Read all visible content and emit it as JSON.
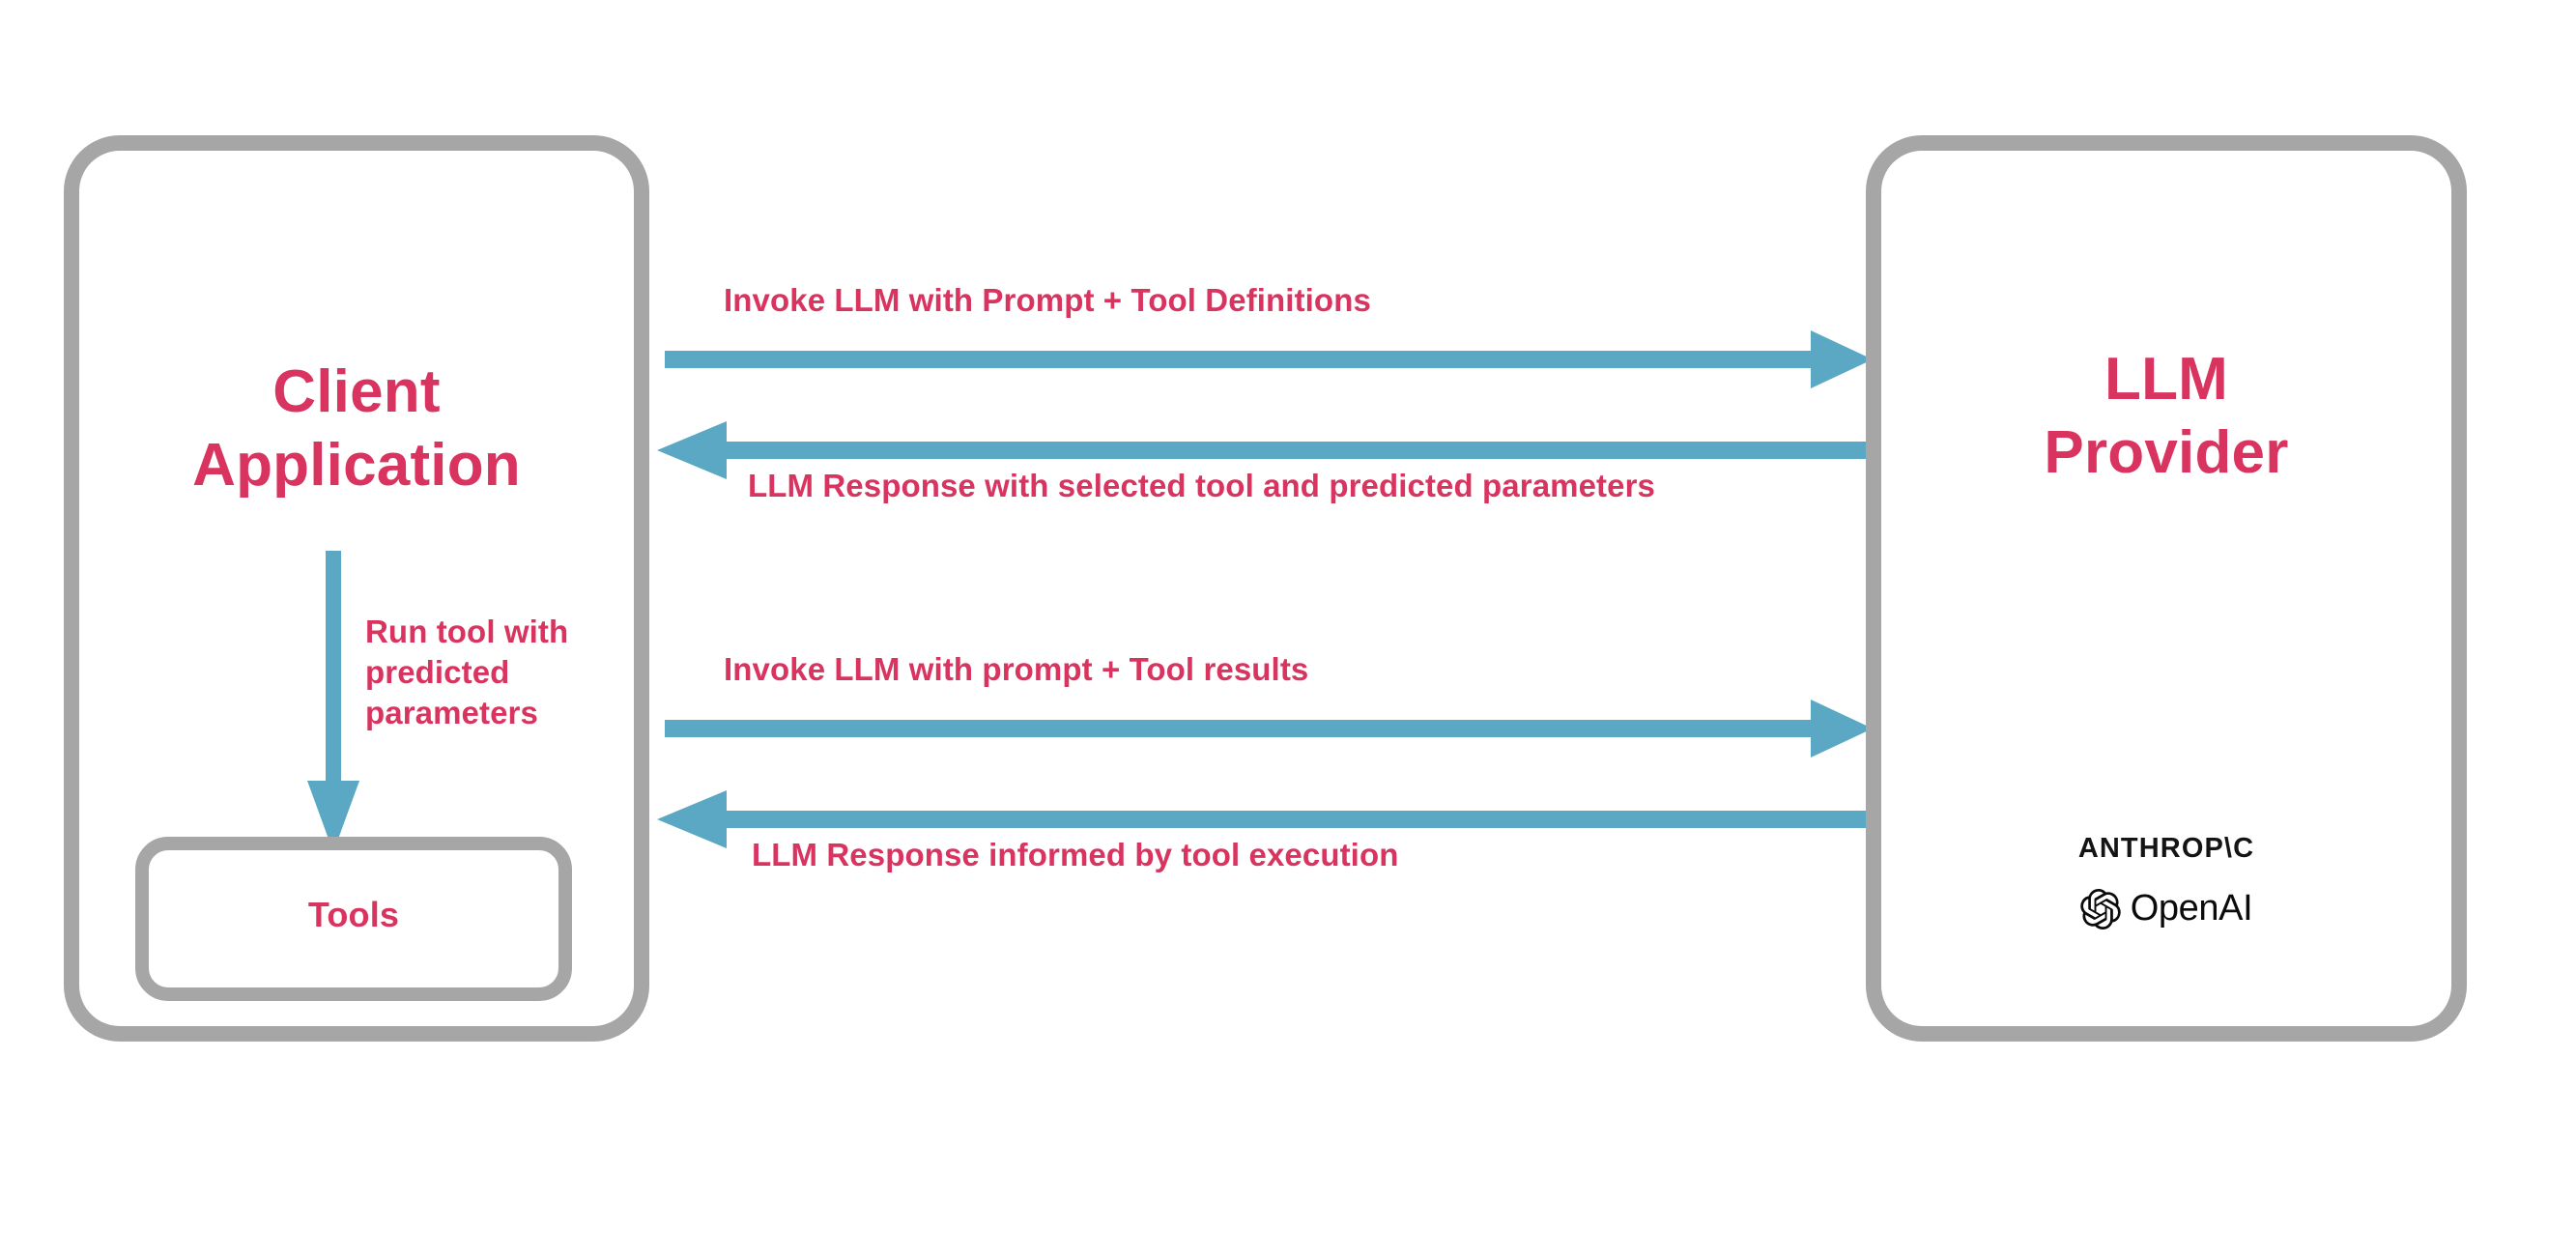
{
  "diagram": {
    "title": "LLM tool-calling interaction flow",
    "colors": {
      "accent_pink": "#d8345f",
      "arrow_blue": "#5ba8c4",
      "box_gray": "#a6a6a6",
      "background": "#ffffff",
      "logo_black": "#141414"
    }
  },
  "nodes": {
    "client": {
      "label": "Client\nApplication",
      "tools": {
        "label": "Tools"
      }
    },
    "provider": {
      "label": "LLM\nProvider",
      "brands": [
        {
          "name": "anthropic",
          "wordmark": "ANTHROP\\C",
          "icon": "anthropic-logo-icon"
        },
        {
          "name": "openai",
          "wordmark": "OpenAI",
          "icon": "openai-logo-icon"
        }
      ]
    }
  },
  "edges": [
    {
      "id": "invoke-1",
      "label": "Invoke LLM with Prompt + Tool Definitions",
      "direction": "right",
      "from": "client",
      "to": "provider"
    },
    {
      "id": "response-1",
      "label": "LLM Response with selected tool and predicted parameters",
      "direction": "left",
      "from": "provider",
      "to": "client"
    },
    {
      "id": "invoke-2",
      "label": "Invoke LLM with prompt + Tool results",
      "direction": "right",
      "from": "client",
      "to": "provider"
    },
    {
      "id": "response-2",
      "label": "LLM Response informed by tool execution",
      "direction": "left",
      "from": "provider",
      "to": "client"
    },
    {
      "id": "run-tool",
      "label": "Run tool with predicted parameters",
      "direction": "down",
      "from": "client",
      "to": "tools"
    }
  ]
}
